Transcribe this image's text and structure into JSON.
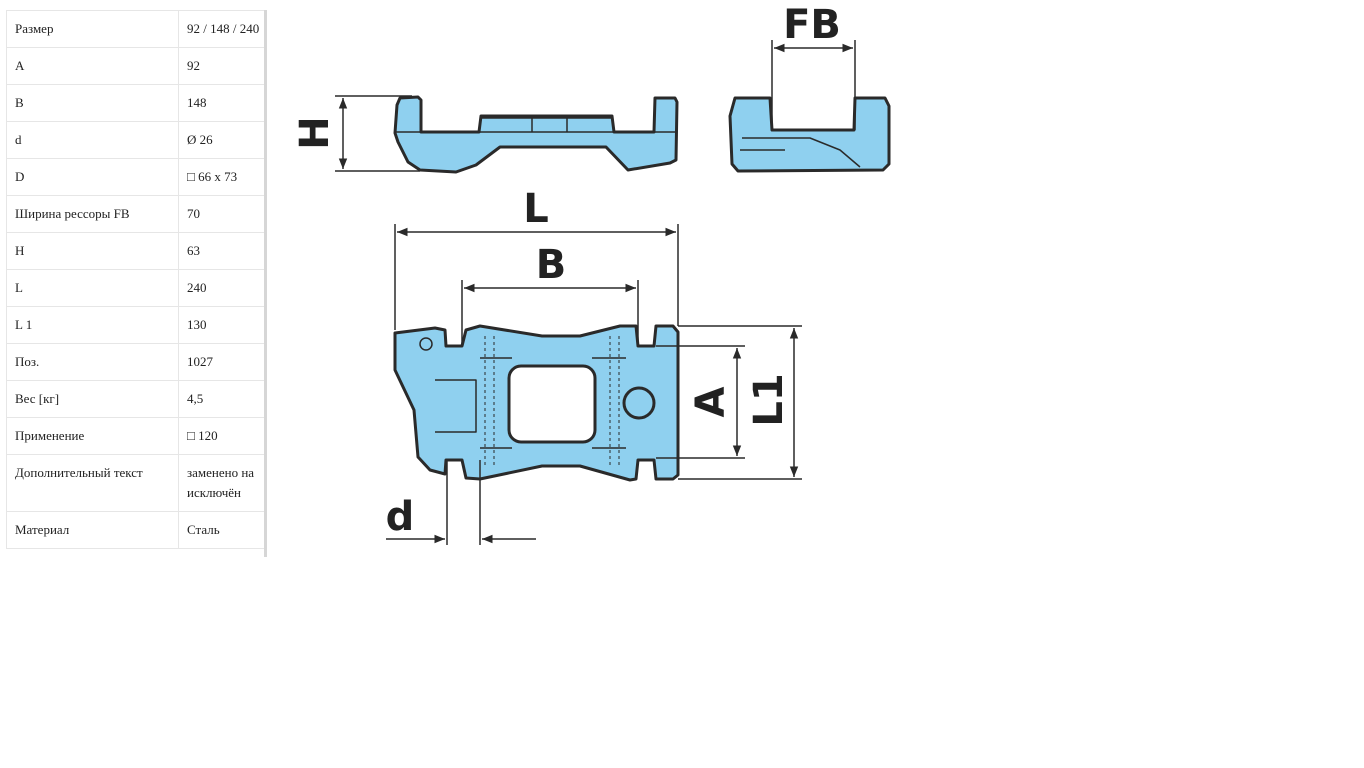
{
  "spec_table": {
    "rows": [
      {
        "key": "Размер",
        "value": "92 / 148 / 240"
      },
      {
        "key": "A",
        "value": "92"
      },
      {
        "key": "B",
        "value": "148"
      },
      {
        "key": "d",
        "value": "Ø 26"
      },
      {
        "key": "D",
        "value": "□ 66 x 73"
      },
      {
        "key": "Ширина рессоры FB",
        "value": "70"
      },
      {
        "key": "H",
        "value": "63"
      },
      {
        "key": "L",
        "value": "240"
      },
      {
        "key": "L 1",
        "value": "130"
      },
      {
        "key": "Поз.",
        "value": "1027"
      },
      {
        "key": "Вес [кг]",
        "value": "4,5"
      },
      {
        "key": "Применение",
        "value": "□ 120"
      },
      {
        "key": "Дополнительный текст",
        "value": "заменено на исключён"
      },
      {
        "key": "Материал",
        "value": "Сталь"
      }
    ]
  },
  "drawing": {
    "labels": {
      "fb": "FB",
      "h": "H",
      "l": "L",
      "b": "B",
      "a": "A",
      "l1": "L1",
      "d": "d"
    },
    "colors": {
      "part_fill": "#8fd0ef",
      "outline": "#2a2a2a"
    }
  }
}
